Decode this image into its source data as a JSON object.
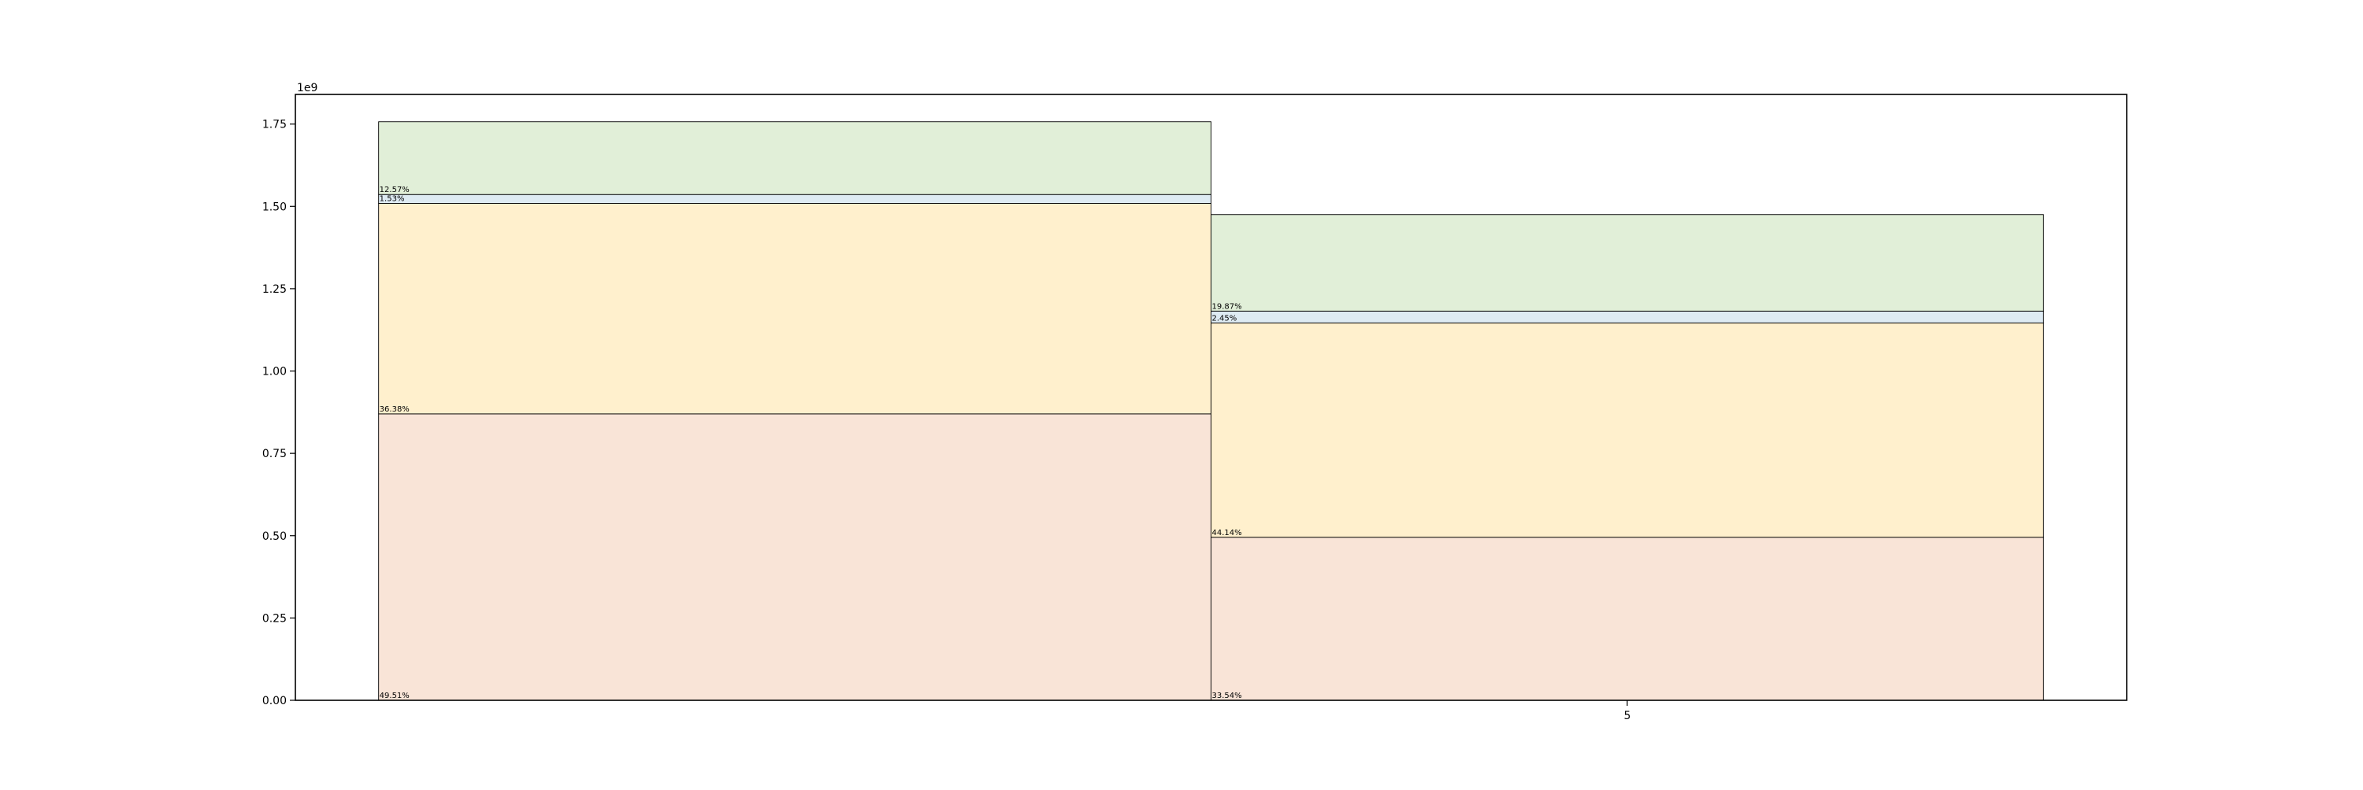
{
  "chart_data": {
    "type": "bar",
    "stacked": true,
    "grid": false,
    "title": "",
    "xlabel": "",
    "ylabel": "",
    "offset_text": "1e9",
    "scale": 1000000000,
    "ylim": [
      0,
      1.84
    ],
    "y_ticks": [
      0,
      0.25,
      0.5,
      0.75,
      1.0,
      1.25,
      1.5,
      1.75
    ],
    "y_tick_labels": [
      "0.00",
      "0.25",
      "0.50",
      "0.75",
      "1.00",
      "1.25",
      "1.50",
      "1.75"
    ],
    "x_ticks": [
      {
        "label": "5",
        "at": 5.0
      }
    ],
    "xlim": [
      3.0,
      5.75
    ],
    "bars": [
      {
        "x_left": 3.125,
        "x_right": 4.375,
        "segments": [
          {
            "value": 0.87,
            "label": "49.51%"
          },
          {
            "value": 0.639,
            "label": "36.38%"
          },
          {
            "value": 0.027,
            "label": "1.53%"
          },
          {
            "value": 0.221,
            "label": "12.57%"
          }
        ]
      },
      {
        "x_left": 4.375,
        "x_right": 5.625,
        "segments": [
          {
            "value": 0.495,
            "label": "33.54%"
          },
          {
            "value": 0.651,
            "label": "44.14%"
          },
          {
            "value": 0.036,
            "label": "2.45%"
          },
          {
            "value": 0.293,
            "label": "19.87%"
          }
        ]
      }
    ],
    "segment_colors": [
      "#f9e4d7",
      "#fff0cd",
      "#deebf3",
      "#e1efd8"
    ]
  }
}
